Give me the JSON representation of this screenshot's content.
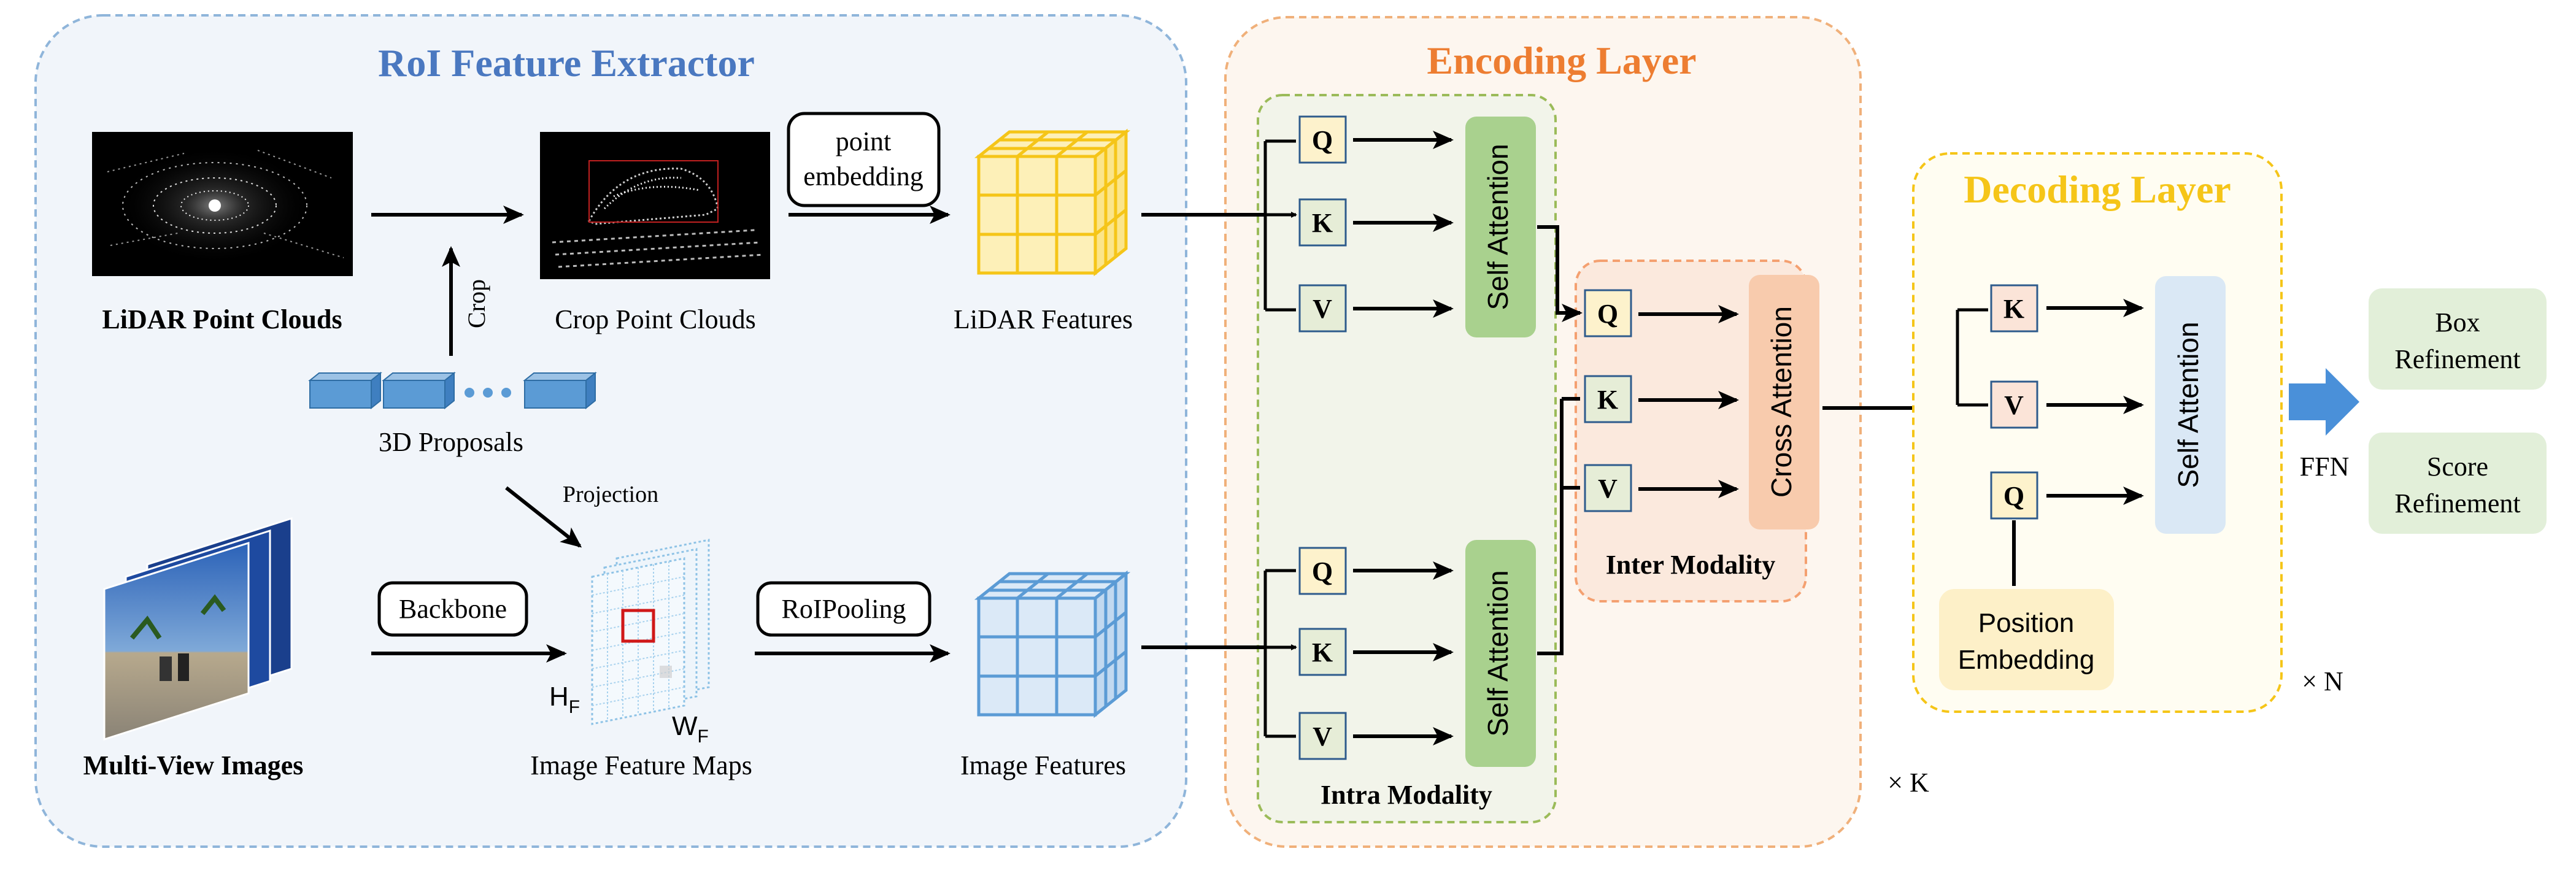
{
  "roi": {
    "title": "RoI Feature Extractor",
    "lidar_pc": "LiDAR Point Clouds",
    "crop_pc": "Crop Point Clouds",
    "crop": "Crop",
    "point_embedding_1": "point",
    "point_embedding_2": "embedding",
    "lidar_features": "LiDAR Features",
    "proposals": "3D Proposals",
    "projection": "Projection",
    "backbone": "Backbone",
    "roipooling": "RoIPooling",
    "multiview": "Multi-View Images",
    "feature_maps": "Image Feature Maps",
    "image_features": "Image Features",
    "hf_main": "H",
    "hf_sub": "F",
    "wf_main": "W",
    "wf_sub": "F"
  },
  "encoding": {
    "title": "Encoding Layer",
    "q": "Q",
    "k": "K",
    "v": "V",
    "self_attention": "Self Attention",
    "cross_attention": "Cross Attention",
    "intra_modality": "Intra Modality",
    "inter_modality": "Inter Modality",
    "repeat": "× K"
  },
  "decoding": {
    "title": "Decoding Layer",
    "k": "K",
    "v": "V",
    "q": "Q",
    "self_attention": "Self Attention",
    "position_1": "Position",
    "position_2": "Embedding",
    "repeat": "× N"
  },
  "output": {
    "ffn": "FFN",
    "box_1": "Box",
    "box_2": "Refinement",
    "score_1": "Score",
    "score_2": "Refinement"
  },
  "colors": {
    "roi_bg": "#f1f5fa",
    "roi_border": "#8fb5da",
    "roi_title": "#4a78c0",
    "enc_bg": "#fdf6ef",
    "enc_border": "#f0b07a",
    "enc_title": "#ed7d31",
    "intra_bg": "#f2f4ea",
    "intra_border": "#9bbb59",
    "inter_bg": "#fbe9dd",
    "inter_border": "#f4a070",
    "dec_bg": "#fffdf2",
    "dec_border": "#f5c518",
    "dec_title": "#f5c518",
    "q_fill": "#fdf2cc",
    "kv_fill": "#e6edd7",
    "dec_kv_fill": "#fbe4d8",
    "self_attn": "#a9d18e",
    "cross_attn": "#f8cbad",
    "dec_attn": "#dae8f5",
    "pos_emb": "#fdf0c8",
    "out_box": "#e2efd9",
    "ffn_arrow": "#4a90d9",
    "lidar_cube": "#f5c518",
    "image_cube": "#5b9bd5"
  },
  "icons": [
    "lidar-pointcloud-image",
    "crop-pointcloud-image",
    "camera-image-stack",
    "feature-map-grid",
    "voxel-cube-icon",
    "proposal-box-icon"
  ]
}
